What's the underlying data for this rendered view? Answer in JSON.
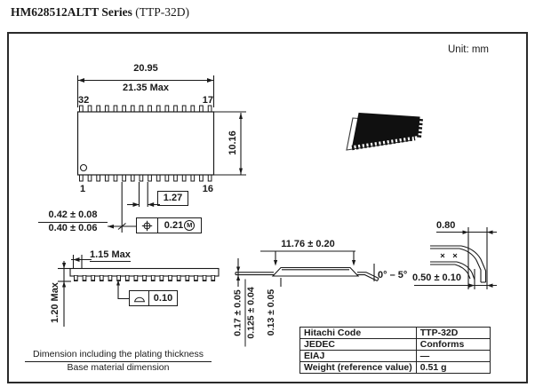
{
  "page": {
    "title_bold": "HM628512ALTT Series",
    "title_normal": " (TTP-32D)",
    "unit_label": "Unit: mm"
  },
  "colors": {
    "ink": "#1a1a1a",
    "paper": "#ffffff",
    "package_body": "#101010"
  },
  "top_view": {
    "dim_width": "20.95",
    "dim_width_max": "21.35 Max",
    "pin_top_left": "32",
    "pin_top_right": "17",
    "pin_bottom_left": "1",
    "pin_bottom_right": "16",
    "dim_height": "10.16",
    "dim_pitch": "1.27",
    "lead_width_plated": "0.42 ± 0.08",
    "lead_width_base": "0.40 ± 0.06",
    "position_symbol": "position-symbol",
    "position_tolerance": "0.21",
    "position_modifier": "M"
  },
  "side_view": {
    "dim_lead_len": "1.15 Max",
    "dim_height": "1.20 Max",
    "coplanarity_symbol": "seating-plane-segment-symbol",
    "coplanarity": "0.10"
  },
  "section_view": {
    "dim_body": "11.76 ± 0.20",
    "thickness_plated": "0.17 ± 0.05",
    "thickness_base": "0.125 ± 0.04",
    "standoff": "0.13 ± 0.05",
    "lead_angle": "0° – 5°"
  },
  "lead_detail": {
    "dim_top": "0.80",
    "dim_bottom": "0.50 ± 0.10"
  },
  "info_table": {
    "rows": [
      {
        "label": "Hitachi Code",
        "value": "TTP-32D"
      },
      {
        "label": "JEDEC",
        "value": "Conforms"
      },
      {
        "label": "EIAJ",
        "value": "—"
      },
      {
        "label": "Weight (reference value)",
        "value": "0.51 g"
      }
    ]
  },
  "legend": {
    "numerator": "Dimension including the plating thickness",
    "denominator": "Base material dimension"
  }
}
